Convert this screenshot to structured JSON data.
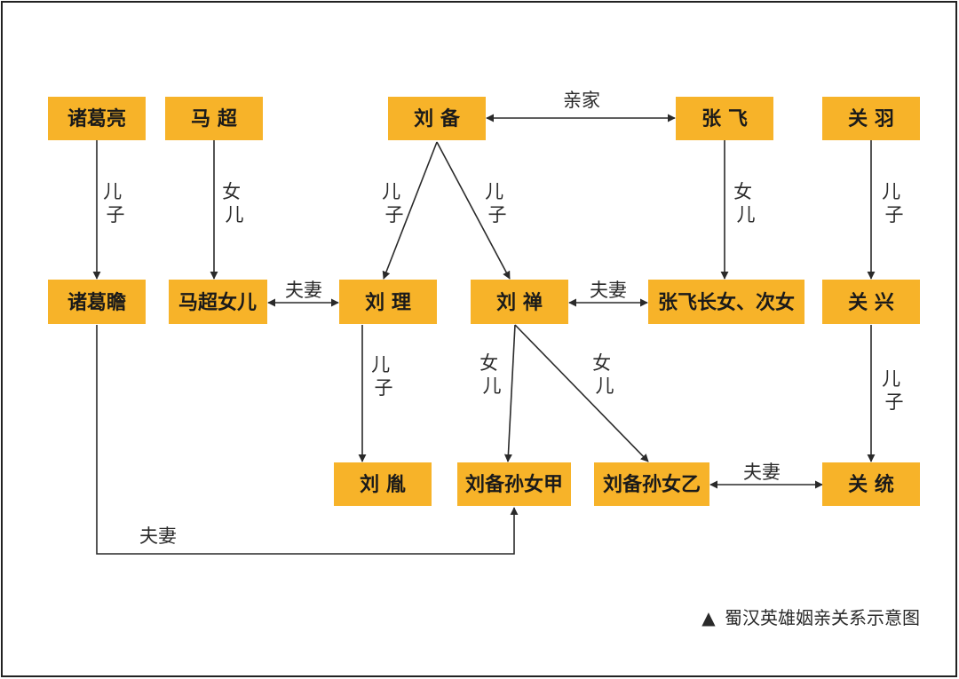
{
  "nodes": {
    "zhugeliang": "诸葛亮",
    "machao": "马 超",
    "liubei": "刘 备",
    "zhangfei": "张 飞",
    "guanyu": "关 羽",
    "zhugezhan": "诸葛瞻",
    "machaonver": "马超女儿",
    "liuli": "刘 理",
    "liushan": "刘 禅",
    "zhangfeinv": "张飞长女、次女",
    "guanxing": "关 兴",
    "liuji": "刘 胤",
    "sunnvjia": "刘备孙女甲",
    "sunnvyi": "刘备孙女乙",
    "guantong": "关 统"
  },
  "edge_labels": {
    "qinjia": "亲家",
    "erzi": "儿子",
    "nver": "女儿",
    "fuqi": "夫妻"
  },
  "caption": {
    "marker": "▲",
    "text": "蜀汉英雄姻亲关系示意图"
  },
  "colors": {
    "node_fill": "#f7b329",
    "line": "#2a2a2a"
  }
}
